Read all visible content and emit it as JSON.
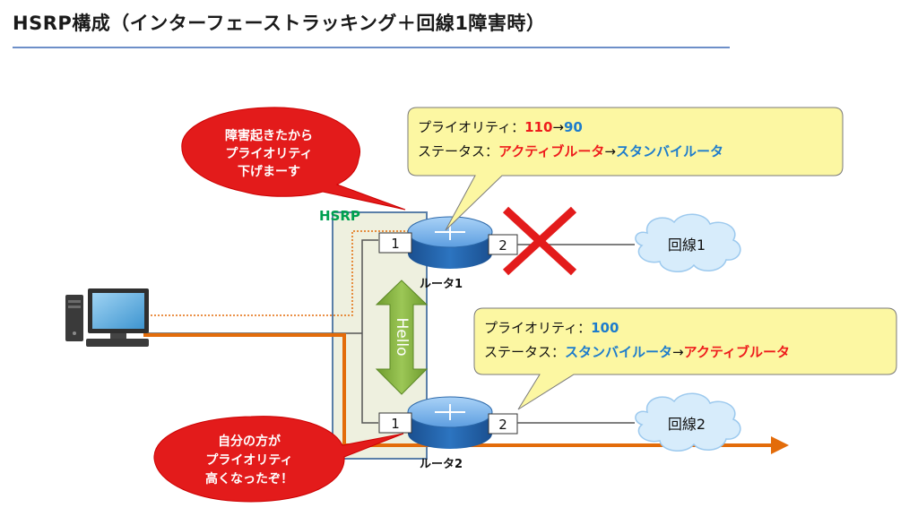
{
  "title": "HSRP構成（インターフェーストラッキング＋回線1障害時）",
  "hsrp_label": "HSRP",
  "hello_label": "Hello",
  "router1": {
    "name": "ルータ1",
    "port_left": "1",
    "port_right": "2",
    "line_label": "回線1",
    "priority_prefix": "プライオリティ：",
    "priority_old": "110",
    "priority_arrow": "→",
    "priority_new": "90",
    "status_prefix": "ステータス：",
    "status_old": "アクティブルータ",
    "status_arrow": "→",
    "status_new": "スタンバイルータ"
  },
  "router2": {
    "name": "ルータ2",
    "port_left": "1",
    "port_right": "2",
    "line_label": "回線2",
    "priority_prefix": "プライオリティ：",
    "priority_value": "100",
    "status_prefix": "ステータス：",
    "status_old": "スタンバイルータ",
    "status_arrow": "→",
    "status_new": "アクティブルータ"
  },
  "bubble_top": [
    "障害起きたから",
    "プライオリティ",
    "下げまーす"
  ],
  "bubble_bottom": [
    "自分の方が",
    "プライオリティ",
    "高くなったぞ！"
  ],
  "colors": {
    "red": "#ee1c1c",
    "blue": "#1d7ccc",
    "orange": "#e36c0a",
    "green": "#00a050",
    "callout_fill": "#fcf7a2",
    "bubble_fill": "#e31b1b",
    "cloud_fill": "#d7ecfb"
  }
}
